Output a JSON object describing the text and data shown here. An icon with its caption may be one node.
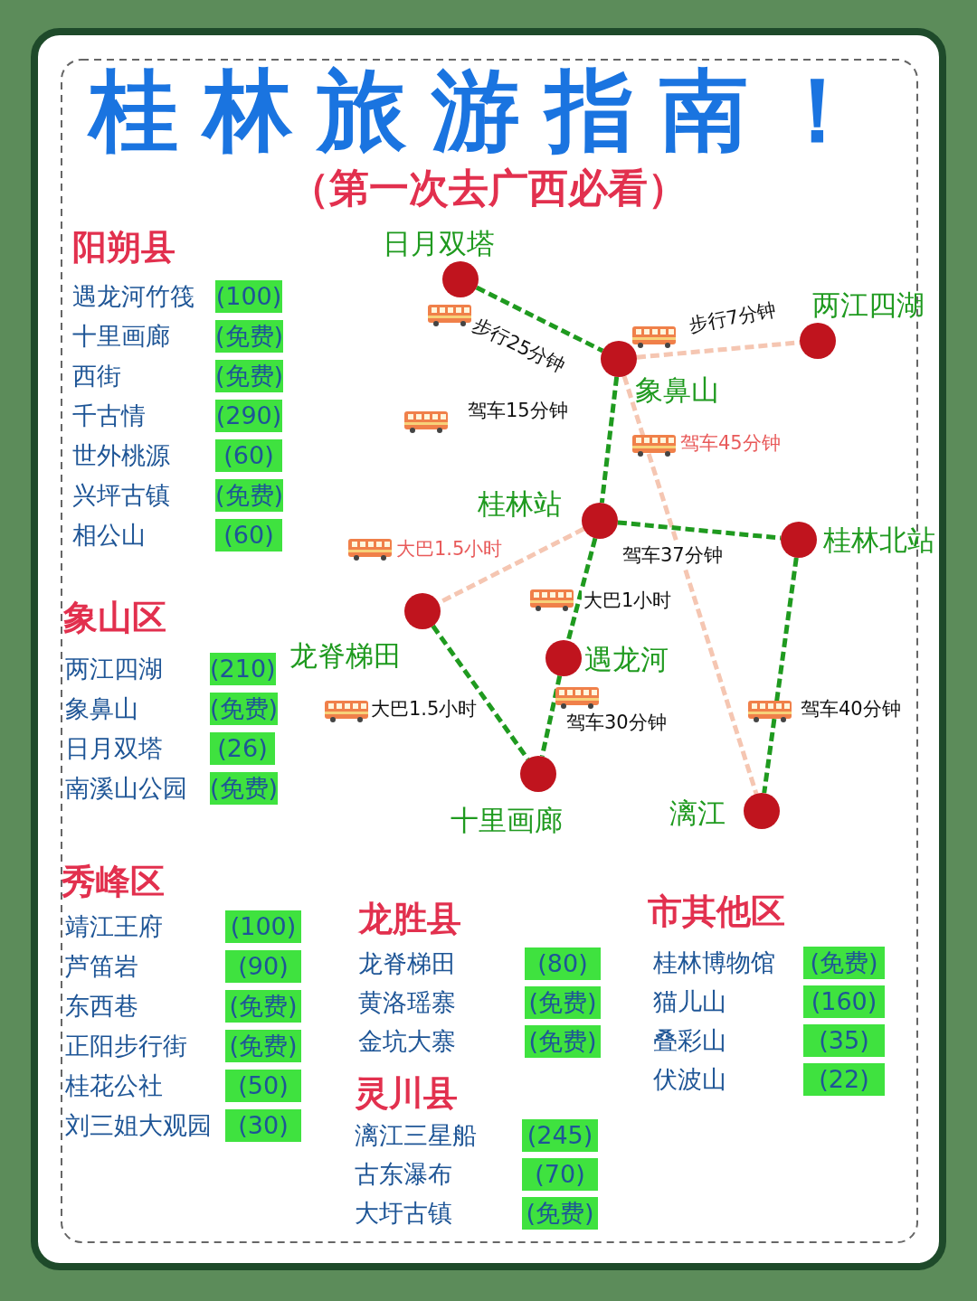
{
  "diagram": {
    "title": "桂林旅游指南！",
    "nodes": [
      {
        "text": [
          "日月双塔"
        ]
      },
      {
        "text": [
          "两江四湖"
        ]
      },
      {
        "text": [
          "象鼻山"
        ]
      },
      {
        "text": [
          "桂林站"
        ]
      },
      {
        "text": [
          "桂林北站"
        ]
      },
      {
        "text": [
          "龙脊梯田"
        ]
      },
      {
        "text": [
          "遇龙河"
        ]
      },
      {
        "text": [
          "十里画廊"
        ]
      },
      {
        "text": [
          "漓江"
        ]
      }
    ],
    "edges": [
      {
        "from": 0,
        "to": 2,
        "arrow": "none",
        "label": "步行25分钟",
        "style": "dashed"
      },
      {
        "from": 2,
        "to": 1,
        "arrow": "none",
        "label": "步行7分钟",
        "style": "dashed",
        "color": "#f5c6b2"
      },
      {
        "from": 2,
        "to": 3,
        "arrow": "none",
        "label": "驾车15分钟",
        "style": "dashed"
      },
      {
        "from": 2,
        "to": 8,
        "arrow": "none",
        "label": "驾车45分钟",
        "style": "dashed",
        "color": "#f5c6b2"
      },
      {
        "from": 3,
        "to": 4,
        "arrow": "none",
        "label": "驾车37分钟",
        "style": "dashed"
      },
      {
        "from": 3,
        "to": 5,
        "arrow": "none",
        "label": "大巴1.5小时",
        "style": "dashed",
        "color": "#f5c6b2"
      },
      {
        "from": 3,
        "to": 6,
        "arrow": "none",
        "label": "大巴1小时",
        "style": "dashed"
      },
      {
        "from": 5,
        "to": 7,
        "arrow": "none",
        "label": "大巴1.5小时",
        "style": "dashed"
      },
      {
        "from": 6,
        "to": 7,
        "arrow": "none",
        "label": "驾车30分钟",
        "style": "dashed"
      },
      {
        "from": 4,
        "to": 8,
        "arrow": "none",
        "label": "驾车40分钟",
        "style": "dashed"
      }
    ],
    "labels": [
      "（第一次去广西必看）",
      "阳朔县",
      "遇龙河竹筏",
      "(100)",
      "十里画廊",
      "(免费)",
      "西街",
      "(免费)",
      "千古情",
      "(290)",
      "世外桃源",
      "(60)",
      "兴坪古镇",
      "(免费)",
      "相公山",
      "(60)",
      "象山区",
      "两江四湖",
      "(210)",
      "象鼻山",
      "(免费)",
      "日月双塔",
      "(26)",
      "南溪山公园",
      "(免费)",
      "秀峰区",
      "靖江王府",
      "(100)",
      "芦笛岩",
      "(90)",
      "东西巷",
      "(免费)",
      "正阳步行街",
      "(免费)",
      "桂花公社",
      "(50)",
      "刘三姐大观园",
      "(30)",
      "龙胜县",
      "龙脊梯田",
      "(80)",
      "黄洛瑶寨",
      "(免费)",
      "金坑大寨",
      "(免费)",
      "灵川县",
      "漓江三星船",
      "(245)",
      "古东瀑布",
      "(70)",
      "大圩古镇",
      "(免费)",
      "市其他区",
      "桂林博物馆",
      "(免费)",
      "猫儿山",
      "(160)",
      "叠彩山",
      "(35)",
      "伏波山",
      "(22)"
    ]
  }
}
